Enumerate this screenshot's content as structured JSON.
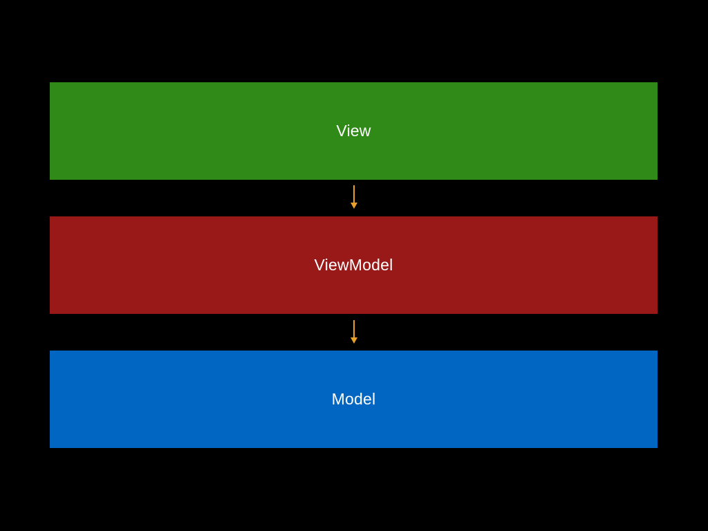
{
  "diagram": {
    "background_color": "#000000",
    "arrow_color": "#E9A12B",
    "layers": [
      {
        "label": "View",
        "color": "#2F8A17"
      },
      {
        "label": "ViewModel",
        "color": "#981918"
      },
      {
        "label": "Model",
        "color": "#0066C2"
      }
    ],
    "arrows": [
      {
        "from": "View",
        "to": "ViewModel",
        "direction": "down"
      },
      {
        "from": "ViewModel",
        "to": "Model",
        "direction": "down"
      }
    ]
  }
}
